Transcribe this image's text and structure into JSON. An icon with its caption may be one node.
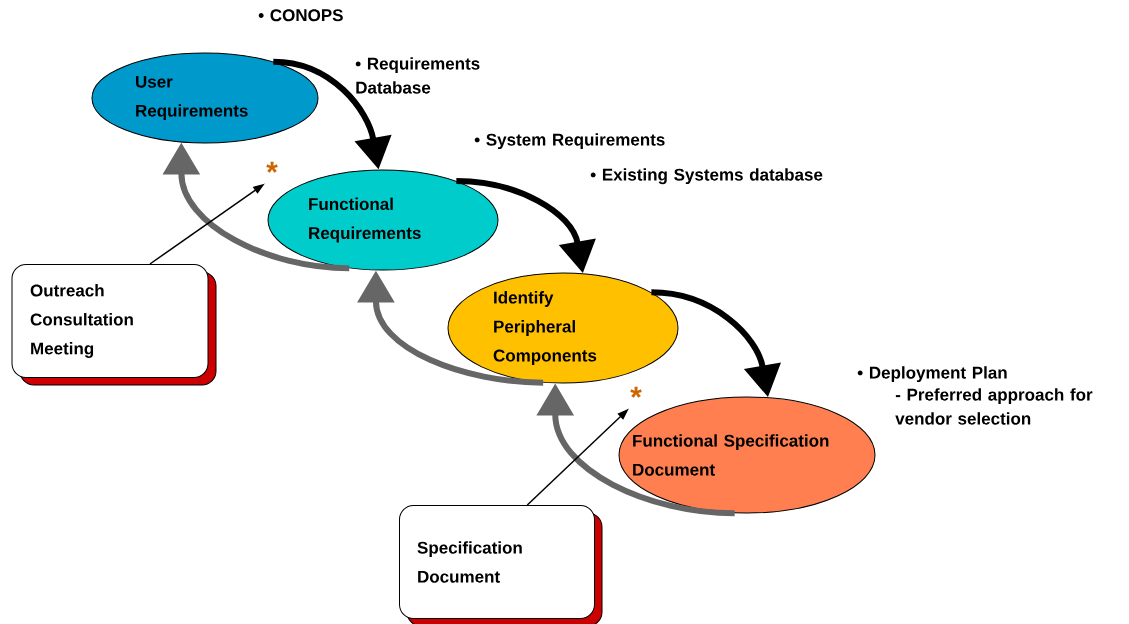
{
  "diagram": {
    "nodes": [
      {
        "text": [
          "User Requirements"
        ]
      },
      {
        "text": [
          "Functional Requirements"
        ]
      },
      {
        "text": [
          "Identify Peripheral Components"
        ]
      },
      {
        "text": [
          "Functional Specification Document"
        ]
      },
      {
        "text": [
          "Outreach Consultation Meeting"
        ]
      },
      {
        "text": [
          "Specification Document"
        ]
      },
      {
        "text": [
          "*"
        ]
      },
      {
        "text": [
          "*"
        ]
      }
    ],
    "edges": [
      {
        "from": 0,
        "to": 1,
        "arrow": "to"
      },
      {
        "from": 1,
        "to": 2,
        "arrow": "to"
      },
      {
        "from": 2,
        "to": 3,
        "arrow": "to"
      },
      {
        "from": 1,
        "to": 0,
        "arrow": "to",
        "color": "#666666"
      },
      {
        "from": 2,
        "to": 1,
        "arrow": "to",
        "color": "#666666"
      },
      {
        "from": 3,
        "to": 2,
        "arrow": "to",
        "color": "#666666"
      },
      {
        "from": 4,
        "to": 6,
        "arrow": "to"
      },
      {
        "from": 5,
        "to": 7,
        "arrow": "to"
      }
    ],
    "labels": [
      "• CONOPS",
      "• Requirements Database",
      "• System Requirements",
      "• Existing  Systems database",
      "• Deployment Plan",
      "- Preferred approach for vendor selection"
    ]
  }
}
